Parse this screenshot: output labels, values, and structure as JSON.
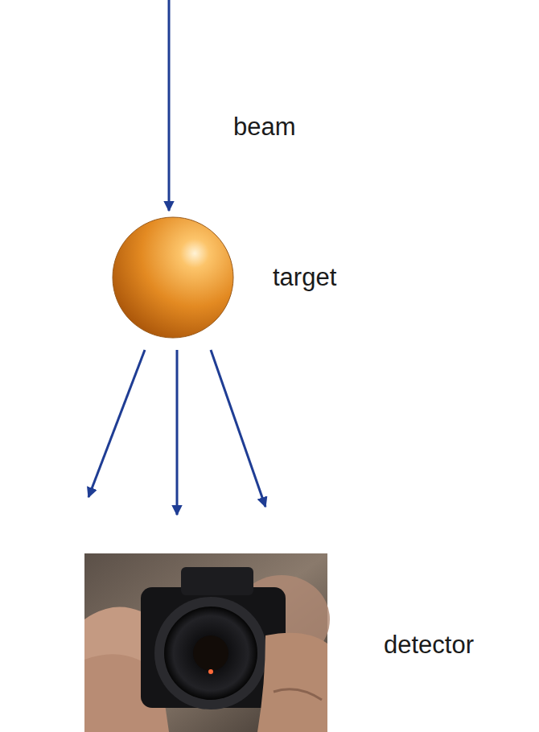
{
  "diagram": {
    "labels": [
      "beam",
      "target",
      "detector"
    ]
  }
}
